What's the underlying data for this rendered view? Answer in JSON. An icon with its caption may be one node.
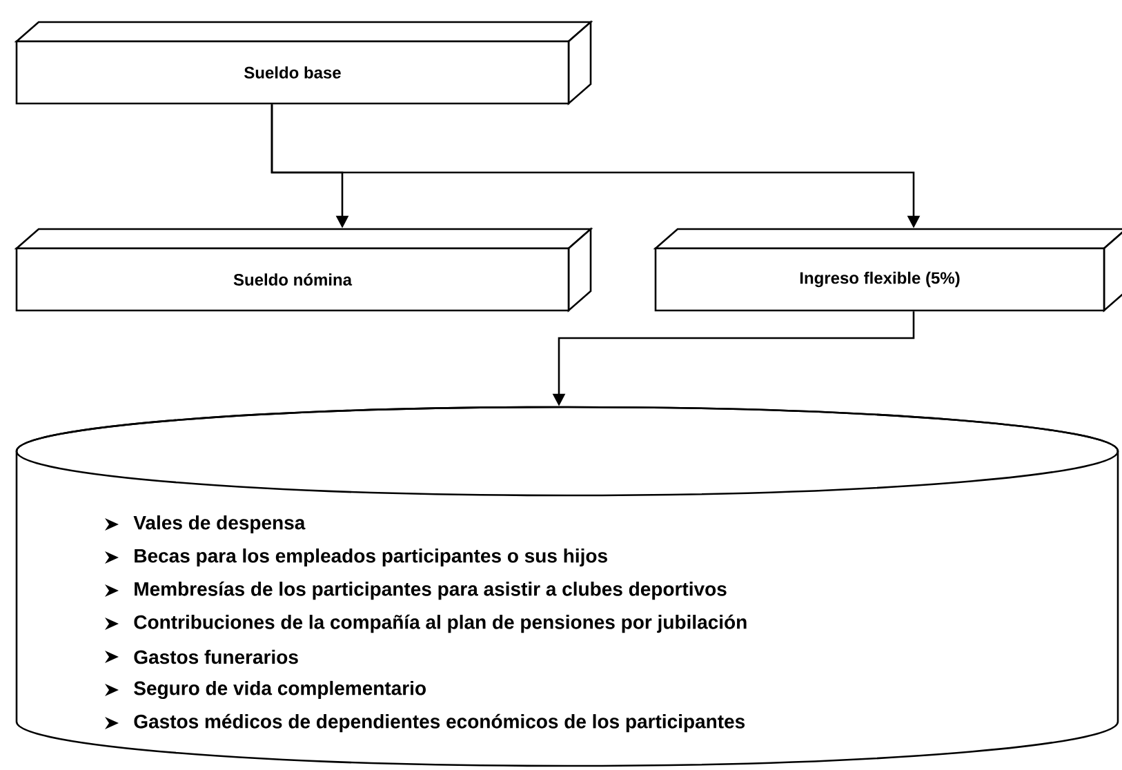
{
  "diagram": {
    "nodes": [
      {
        "text": [
          "Sueldo base"
        ]
      },
      {
        "text": [
          "Sueldo nómina"
        ]
      },
      {
        "text": [
          "Ingreso flexible (5%)"
        ]
      },
      {
        "text": [
          "Vales de despensa",
          "Becas para los empleados participantes o sus hijos",
          "Membresías de los participantes para asistir a clubes deportivos",
          "Contribuciones de la compañía al plan de pensiones por jubilación",
          "Gastos funerarios",
          "Seguro de vida complementario",
          "Gastos médicos de dependientes económicos de los participantes"
        ]
      }
    ],
    "edges": [
      {
        "from": 0,
        "to": 1,
        "arrow": "to"
      },
      {
        "from": 0,
        "to": 2,
        "arrow": "to"
      },
      {
        "from": 2,
        "to": 3,
        "arrow": "to"
      }
    ]
  }
}
